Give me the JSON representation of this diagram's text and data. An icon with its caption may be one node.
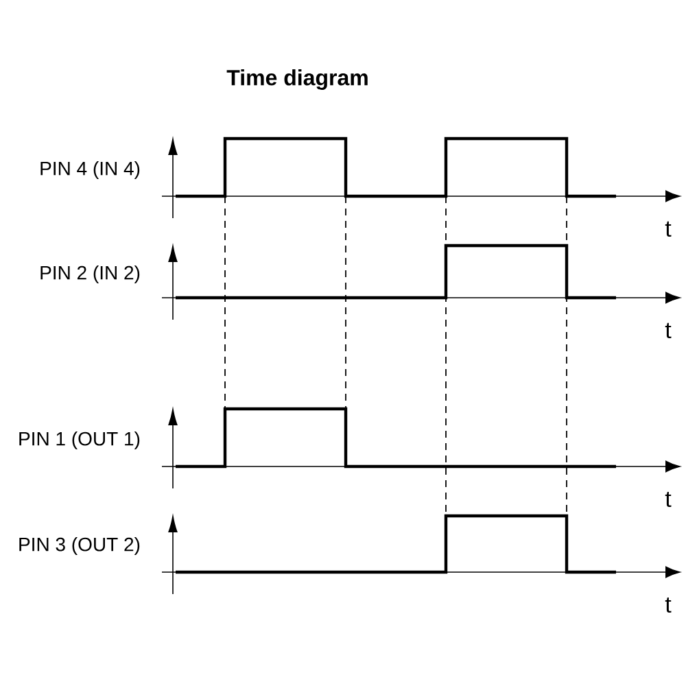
{
  "diagram": {
    "title": "Time diagram",
    "labels": [
      "PIN 4 (IN 4)",
      "t",
      "PIN 2 (IN 2)",
      "t",
      "PIN 1 (OUT 1)",
      "t",
      "PIN 3 (OUT 2)",
      "t"
    ]
  }
}
